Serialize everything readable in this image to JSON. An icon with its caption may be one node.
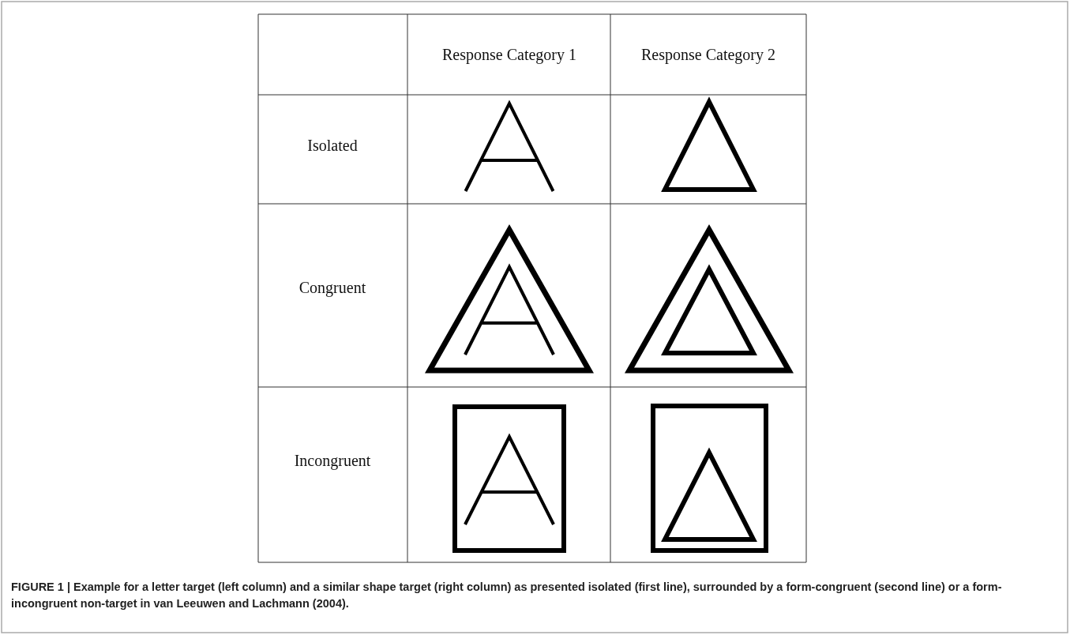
{
  "diagram": {
    "caption": "FIGURE 1 | Example for a letter target (left column) and a similar shape target (right column) as presented isolated (first line), surrounded by a form-congruent (second line) or a form-incongruent non-target in van Leeuwen and Lachmann (2004).",
    "labels": [
      "Response Category 1",
      "Response Category 2",
      "Isolated",
      "Congruent",
      "Incongruent"
    ]
  }
}
